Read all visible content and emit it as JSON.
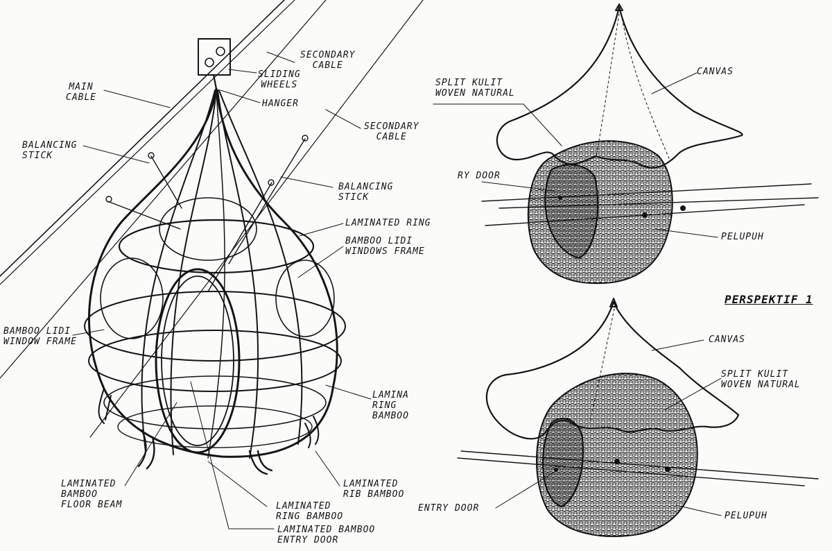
{
  "left_labels": {
    "main_cable": "MAIN\nCABLE",
    "secondary_cable_top": "SECONDARY\nCABLE",
    "sliding_wheels": "SLIDING\nWHEELS",
    "hanger": "HANGER",
    "secondary_cable_mid": "SECONDARY\nCABLE",
    "balancing_stick_left": "BALANCING\nSTICK",
    "balancing_stick_right": "BALANCING\nSTICK",
    "laminated_ring": "LAMINATED RING",
    "bamboo_lidi_windows_frame": "BAMBOO LIDI\nWINDOWS FRAME",
    "bamboo_lidi_window_frame": "BAMBOO LIDI\nWINDOW FRAME",
    "lamina_ring_bamboo": "LAMINA\nRING\nBAMBOO",
    "laminated_bamboo_floor_beam": "LAMINATED\nBAMBOO\nFLOOR BEAM",
    "laminated_rib_bamboo": "LAMINATED\nRIB BAMBOO",
    "laminated_ring_bamboo": "LAMINATED\nRING BAMBOO",
    "laminated_bamboo_entry_door": "LAMINATED BAMBOO\nENTRY DOOR"
  },
  "right_top_labels": {
    "split_kulit": "SPLIT KULIT\nWOVEN NATURAL",
    "canvas": "CANVAS",
    "ry_door": "RY DOOR",
    "pelupuh": "PELUPUH"
  },
  "right_title": "PERSPEKTIF 1",
  "right_bottom_labels": {
    "canvas": "CANVAS",
    "split_kulit": "SPLIT KULIT\nWOVEN NATURAL",
    "entry_door": "ENTRY DOOR",
    "pelupuh": "PELUPUH"
  }
}
